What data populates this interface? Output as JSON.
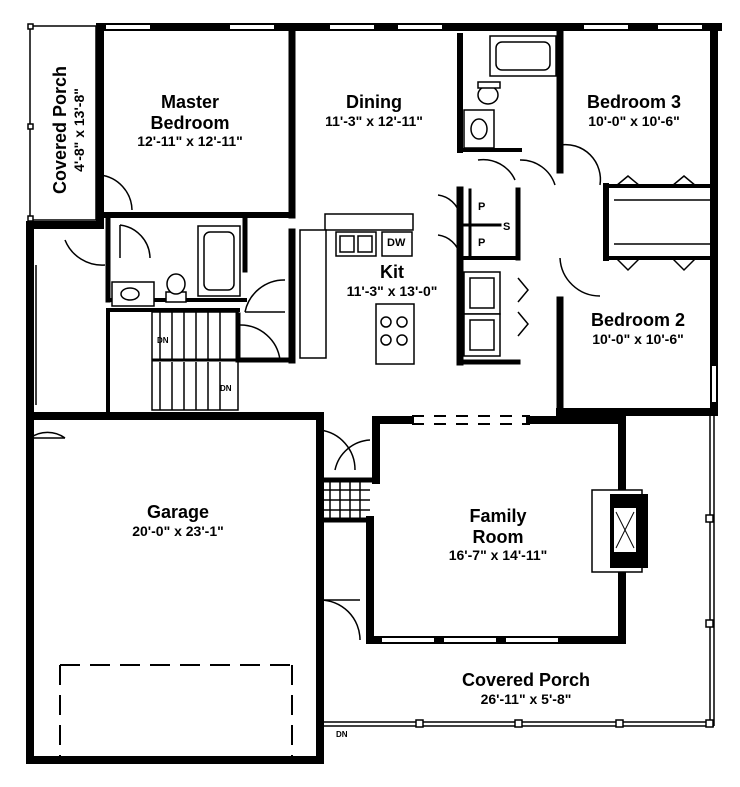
{
  "rooms": {
    "covered_porch_side": {
      "name": "Covered Porch",
      "dims": "4'-8\" x 13'-8\""
    },
    "master_bedroom": {
      "name_line1": "Master",
      "name_line2": "Bedroom",
      "dims": "12'-11\" x 12'-11\""
    },
    "dining": {
      "name": "Dining",
      "dims": "11'-3\" x 12'-11\""
    },
    "bedroom3": {
      "name": "Bedroom 3",
      "dims": "10'-0\" x 10'-6\""
    },
    "kitchen": {
      "name": "Kit",
      "dims": "11'-3\" x 13'-0\""
    },
    "bedroom2": {
      "name": "Bedroom 2",
      "dims": "10'-0\" x 10'-6\""
    },
    "garage": {
      "name": "Garage",
      "dims": "20'-0\" x 23'-1\""
    },
    "family_room": {
      "name_line1": "Family",
      "name_line2": "Room",
      "dims": "16'-7\" x 14'-11\""
    },
    "covered_porch_front": {
      "name": "Covered Porch",
      "dims": "26'-11\" x 5'-8\""
    }
  },
  "fixtures": {
    "dishwasher": "DW",
    "pantry_top": "P",
    "pantry_bottom": "P",
    "shelf": "S",
    "stair_dn_upper": "DN",
    "stair_dn_lower": "DN",
    "porch_dn": "DN"
  }
}
